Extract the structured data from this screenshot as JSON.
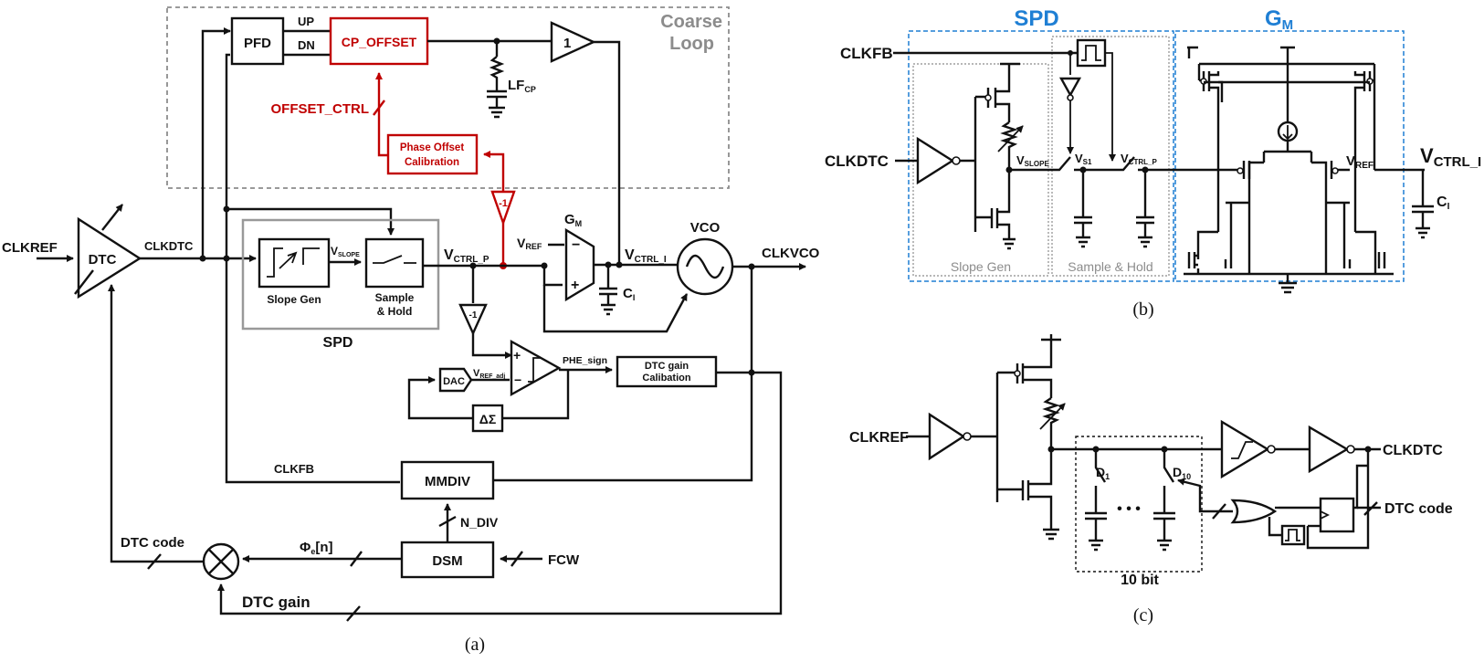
{
  "panel_a": {
    "caption": "(a)",
    "coarse_loop_label": [
      "Coarse",
      "Loop"
    ],
    "blocks": {
      "pfd": "PFD",
      "cp_offset": "CP_OFFSET",
      "buffer_1": "1",
      "lf_cp": "LF",
      "lf_cp_sub": "CP",
      "offset_ctrl": "OFFSET_CTRL",
      "phase_offset_cal": [
        "Phase Offset",
        "Calibration"
      ],
      "dtc": "DTC",
      "slope_gen": "Slope Gen",
      "sample_hold": [
        "Sample",
        "& Hold"
      ],
      "spd": "SPD",
      "gm": "G",
      "gm_sub": "M",
      "vco": "VCO",
      "dac": "DAC",
      "delta_sigma": "ΔΣ",
      "dtc_gain_cal": [
        "DTC gain",
        "Calibation"
      ],
      "mmdiv": "MMDIV",
      "dsm": "DSM"
    },
    "signals": {
      "up": "UP",
      "dn": "DN",
      "clkref": "CLKREF",
      "clkdtc": "CLKDTC",
      "v_slope": "V",
      "v_slope_sub": "SLOPE",
      "v_ctrl_p": "V",
      "v_ctrl_p_sub": "CTRL_P",
      "v_ref": "V",
      "v_ref_sub": "REF",
      "v_ctrl_i": "V",
      "v_ctrl_i_sub": "CTRL_I",
      "c_i": "C",
      "c_i_sub": "I",
      "clkvco": "CLKVCO",
      "v_ref_adj": "V",
      "v_ref_adj_sub": "REF_adj",
      "phe_sign": "PHE_sign",
      "clkfb": "CLKFB",
      "n_div": "N_DIV",
      "dtc_code": "DTC code",
      "phi_e": "Φ",
      "phi_e_sub": "e",
      "phi_e_suffix": "[n]",
      "fcw": "FCW",
      "dtc_gain": "DTC gain",
      "plus": "+",
      "minus": "−"
    }
  },
  "panel_b": {
    "caption": "(b)",
    "title_spd": "SPD",
    "title_gm": "G",
    "title_gm_sub": "M",
    "clkfb": "CLKFB",
    "clkdtc": "CLKDTC",
    "slope_gen": "Slope Gen",
    "sample_hold": "Sample & Hold",
    "v_slope": "V",
    "v_slope_sub": "SLOPE",
    "v_s1": "V",
    "v_s1_sub": "S1",
    "v_ctrl_p": "V",
    "v_ctrl_p_sub": "CTRL_P",
    "v_ref": "V",
    "v_ref_sub": "REF",
    "v_ctrl_i": "V",
    "v_ctrl_i_sub": "CTRL_I",
    "c_i": "C",
    "c_i_sub": "I"
  },
  "panel_c": {
    "caption": "(c)",
    "clkref": "CLKREF",
    "clkdtc": "CLKDTC",
    "dtc_code": "DTC code",
    "d1": "D",
    "d1_sub": "1",
    "d10": "D",
    "d10_sub": "10",
    "bits": "10 bit",
    "ellipsis": "• • •"
  },
  "colors": {
    "wire": "#111111",
    "calibration_red": "#c00000",
    "spd_blue": "#1f7fd4",
    "dashed_gray": "#8c8c8c",
    "box_gray": "#999999"
  }
}
